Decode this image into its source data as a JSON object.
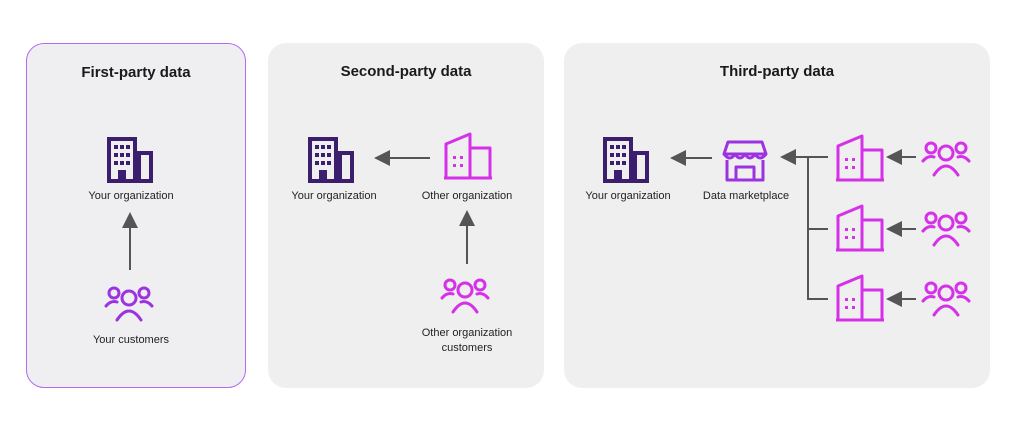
{
  "colors": {
    "dark_purple": "#3b1f6e",
    "magenta": "#d531e8",
    "violet": "#9b33e0",
    "arrow": "#555555",
    "panel_bg": "#efefef",
    "highlight_border": "#b06cf0"
  },
  "panels": {
    "first": {
      "title": "First-party data",
      "org_label": "Your organization",
      "customers_label": "Your customers"
    },
    "second": {
      "title": "Second-party data",
      "org_label": "Your organization",
      "other_org_label": "Other organization",
      "other_customers_label": "Other organization customers"
    },
    "third": {
      "title": "Third-party data",
      "org_label": "Your organization",
      "marketplace_label": "Data marketplace"
    }
  },
  "icons": [
    "building-icon",
    "building-outline-icon",
    "people-icon",
    "storefront-icon"
  ]
}
